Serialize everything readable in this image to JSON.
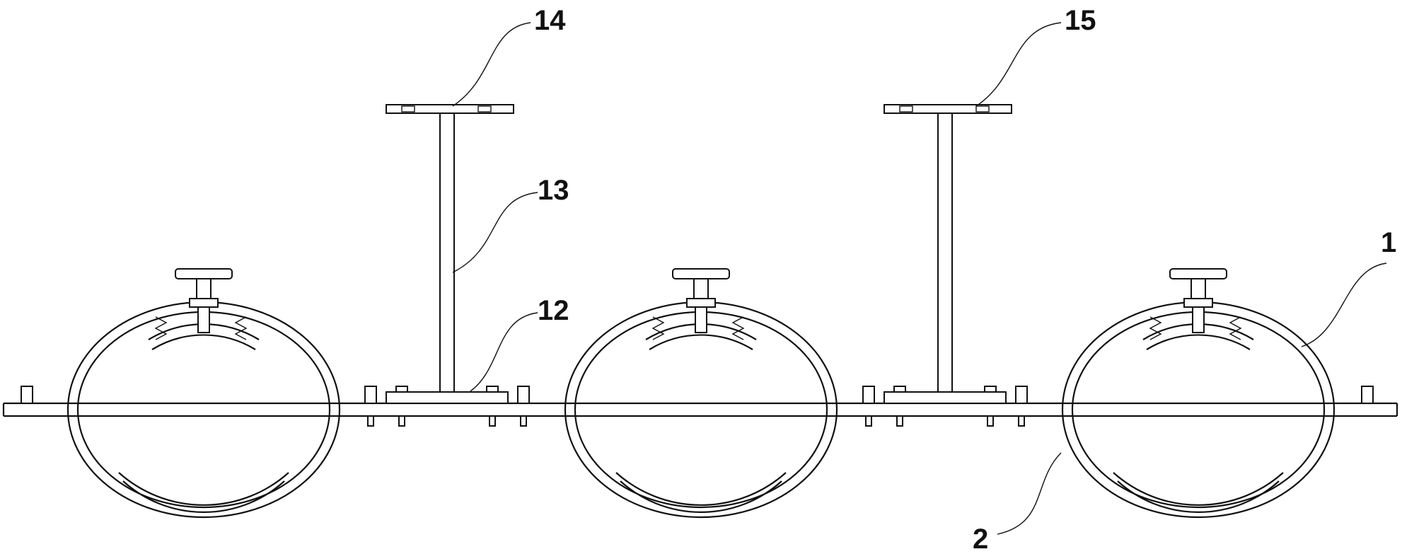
{
  "labels": {
    "l14": "14",
    "l15": "15",
    "l13": "13",
    "l12": "12",
    "l1": "1",
    "l2": "2"
  },
  "colors": {
    "stroke": "#111111",
    "background": "#ffffff"
  }
}
